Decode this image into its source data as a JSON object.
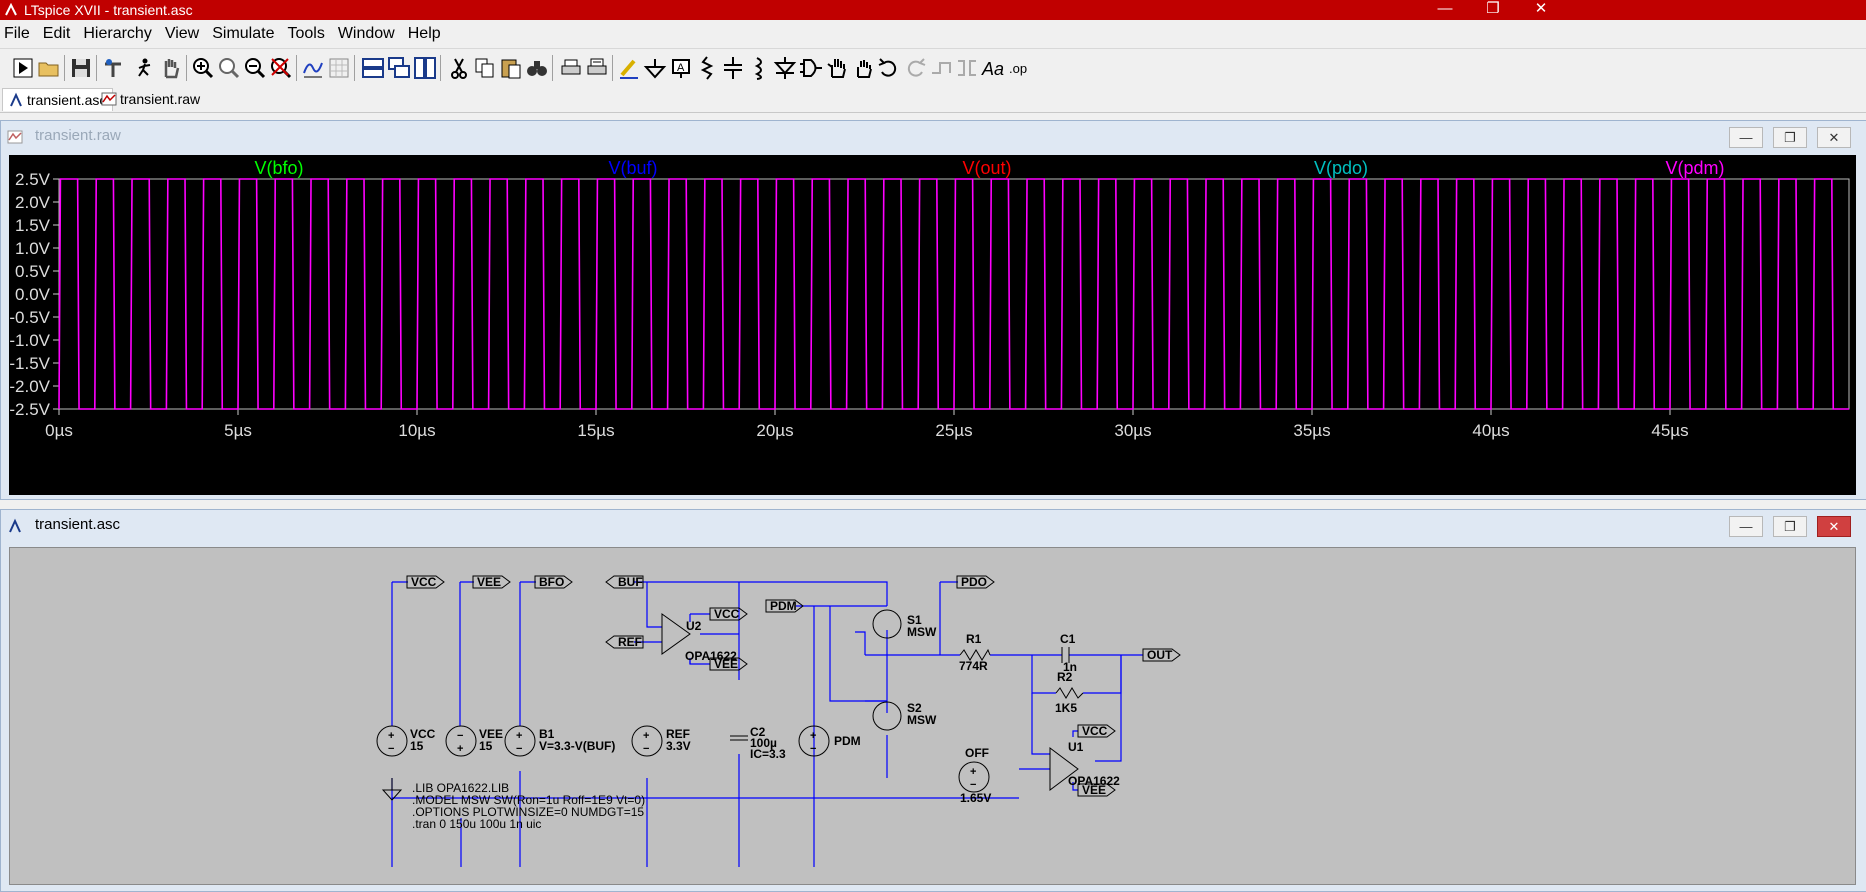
{
  "window": {
    "title": "LTspice XVII - transient.asc",
    "controls": [
      "—",
      "❐",
      "✕"
    ]
  },
  "menu": [
    "File",
    "Edit",
    "Hierarchy",
    "View",
    "Simulate",
    "Tools",
    "Window",
    "Help"
  ],
  "toolbar": [
    "run-icon",
    "open-icon",
    "save-icon",
    "control-panel-icon",
    "halt-icon",
    "pan-icon",
    "zoom-in-icon",
    "zoom-full-icon",
    "zoom-out-icon",
    "zoom-cancel-icon",
    "autorange-icon",
    "grid-icon",
    "tile-horizontal-icon",
    "cascade-icon",
    "tile-vertical-icon",
    "cut-icon",
    "copy-icon",
    "paste-icon",
    "find-icon",
    "print-icon",
    "print-setup-icon",
    "draw-wire-icon",
    "ground-icon",
    "label-net-icon",
    "resistor-icon",
    "capacitor-icon",
    "inductor-icon",
    "diode-icon",
    "component-icon",
    "move-icon",
    "drag-icon",
    "undo-icon",
    "redo-icon",
    "rotate-icon",
    "mirror-icon",
    "text-icon",
    "spice-directive-icon"
  ],
  "tabs": [
    {
      "label": "transient.asc",
      "active": true
    },
    {
      "label": "transient.raw",
      "active": false
    }
  ],
  "waveform_window": {
    "title": "transient.raw",
    "controls": [
      "—",
      "❐",
      "✕"
    ]
  },
  "schematic_window": {
    "title": "transient.asc",
    "controls": [
      "—",
      "❐",
      "✕"
    ]
  },
  "colors": {
    "bfo": "#00ff00",
    "buf": "#0000ff",
    "out": "#ff0000",
    "pdo": "#00c0c0",
    "pdm": "#ff00ff",
    "wire": "#0000ff",
    "titlebar": "#c00000"
  },
  "chart_data": {
    "type": "line",
    "title": "",
    "series": [
      {
        "name": "V(bfo)",
        "color": "#00ff00"
      },
      {
        "name": "V(buf)",
        "color": "#0000ff"
      },
      {
        "name": "V(out)",
        "color": "#ff0000"
      },
      {
        "name": "V(pdo)",
        "color": "#00c0c0"
      },
      {
        "name": "V(pdm)",
        "color": "#ff00ff",
        "waveform": "square",
        "low": -2.5,
        "high": 2.5,
        "periods": 50
      }
    ],
    "xlim": [
      0,
      50
    ],
    "ylim": [
      -2.5,
      2.5
    ],
    "xticks": [
      0,
      5,
      10,
      15,
      20,
      25,
      30,
      35,
      40,
      45
    ],
    "xtick_labels": [
      "0µs",
      "5µs",
      "10µs",
      "15µs",
      "20µs",
      "25µs",
      "30µs",
      "35µs",
      "40µs",
      "45µs"
    ],
    "yticks": [
      2.5,
      2.0,
      1.5,
      1.0,
      0.5,
      0.0,
      -0.5,
      -1.0,
      -1.5,
      -2.0,
      -2.5
    ],
    "ytick_labels": [
      "2.5V",
      "2.0V",
      "1.5V",
      "1.0V",
      "0.5V",
      "0.0V",
      "-0.5V",
      "-1.0V",
      "-1.5V",
      "-2.0V",
      "-2.5V"
    ],
    "legend": "top"
  },
  "schematic": {
    "net_labels": {
      "vcc": "VCC",
      "vee": "VEE",
      "bfo": "BFO",
      "buf": "BUF",
      "ref": "REF",
      "pdm": "PDM",
      "pdo": "PDO",
      "out": "OUT",
      "u2_vcc": "VCC",
      "u2_vee": "VEE",
      "u1_vcc": "VCC",
      "u1_vee": "VEE"
    },
    "components": {
      "vcc_src": {
        "name": "VCC",
        "value": "15"
      },
      "vee_src": {
        "name": "VEE",
        "value": "15"
      },
      "b1": {
        "name": "B1",
        "value": "V=3.3-V(BUF)"
      },
      "ref_src": {
        "name": "REF",
        "value": "3.3V"
      },
      "u2": {
        "name": "U2",
        "value": "OPA1622"
      },
      "c2": {
        "name": "C2",
        "value": "100µ",
        "ic": "IC=3.3"
      },
      "pdm_src": {
        "name": "PDM"
      },
      "s1": {
        "name": "S1",
        "value": "MSW"
      },
      "s2": {
        "name": "S2",
        "value": "MSW"
      },
      "r1": {
        "name": "R1",
        "value": "774R"
      },
      "c1": {
        "name": "C1",
        "value": "1n"
      },
      "r2": {
        "name": "R2",
        "value": "1K5"
      },
      "off_src": {
        "name": "OFF",
        "value": "1.65V"
      },
      "u1": {
        "name": "U1",
        "value": "OPA1622"
      }
    },
    "directives": [
      ".LIB OPA1622.LIB",
      ".MODEL MSW SW(Ron=1u Roff=1E9 Vt=0)",
      ".OPTIONS PLOTWINSIZE=0 NUMDGT=15",
      ".tran 0 150u 100u 1n uic"
    ]
  }
}
